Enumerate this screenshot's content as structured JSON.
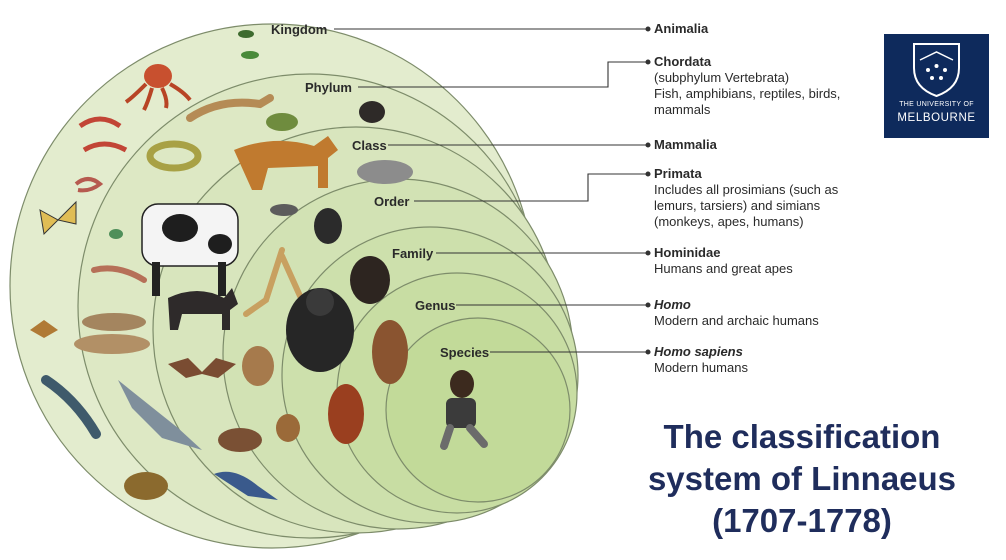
{
  "ranks": [
    {
      "id": "kingdom",
      "label": "Kingdom",
      "name": "Animalia",
      "lines": []
    },
    {
      "id": "phylum",
      "label": "Phylum",
      "name": "Chordata",
      "lines": [
        "(subphylum Vertebrata)",
        "Fish, amphibians, reptiles, birds,",
        "mammals"
      ]
    },
    {
      "id": "class",
      "label": "Class",
      "name": "Mammalia",
      "lines": []
    },
    {
      "id": "order",
      "label": "Order",
      "name": "Primata",
      "lines": [
        "Includes all prosimians (such as",
        "lemurs, tarsiers) and simians",
        "(monkeys, apes, humans)"
      ]
    },
    {
      "id": "family",
      "label": "Family",
      "name": "Hominidae",
      "lines": [
        "Humans and great apes"
      ]
    },
    {
      "id": "genus",
      "label": "Genus",
      "name": "Homo",
      "lines": [
        "Modern and archaic humans"
      ]
    },
    {
      "id": "species",
      "label": "Species",
      "name": "Homo sapiens",
      "lines": [
        "Modern humans"
      ]
    }
  ],
  "title": [
    "The classification",
    "system of Linnaeus",
    "(1707-1778)"
  ],
  "logo": {
    "line1": "THE UNIVERSITY OF",
    "line2": "MELBOURNE"
  },
  "colors": {
    "title": "#1f2d5c",
    "logo_bg": "#0e2a5c",
    "ring_fill": "#dfe9c8",
    "ring_stroke": "#7d8c6a"
  }
}
